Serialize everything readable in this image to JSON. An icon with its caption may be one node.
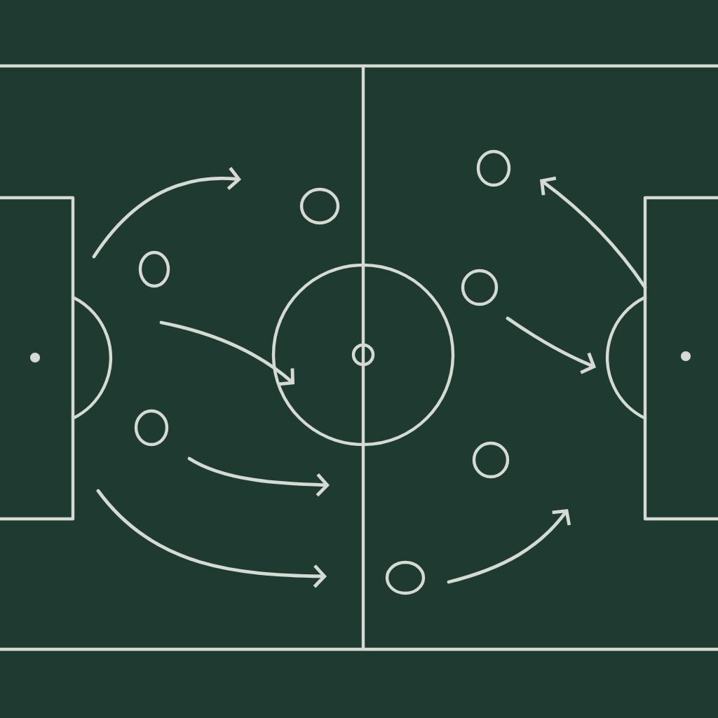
{
  "diagram": {
    "nodes": [
      {
        "text": [],
        "shape": "circle"
      },
      {
        "text": [],
        "shape": "circle"
      },
      {
        "text": [],
        "shape": "circle"
      },
      {
        "text": [],
        "shape": "circle"
      },
      {
        "text": [],
        "shape": "circle"
      },
      {
        "text": [],
        "shape": "circle"
      },
      {
        "text": [],
        "shape": "circle"
      }
    ]
  }
}
